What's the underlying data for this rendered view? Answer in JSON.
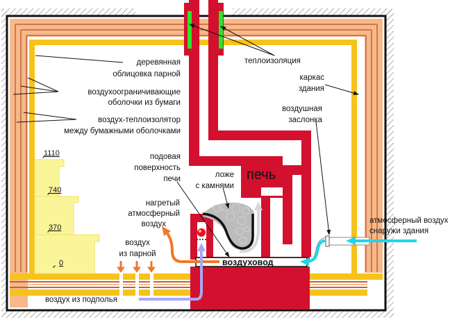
{
  "title": "Схема бани с печью и воздуховодом",
  "colors": {
    "stove_red": "#d3102e",
    "wood_lining_yellow": "#f7c21a",
    "paper_shell_peach": "#f7b98a",
    "paper_line_brown": "#c0623a",
    "frame_black": "#111111",
    "insulation_green": "#2be52b",
    "bench_yellow": "#fbf59a",
    "hot_air_orange": "#f0782a",
    "underfloor_air_lavender": "#a8a8f4",
    "outside_air_cyan": "#22d4e8",
    "stones_gray": "#bcbcbc"
  },
  "labels": {
    "wood_lining": [
      "деревянная",
      "облицовка парной"
    ],
    "paper_shells": [
      "воздухоограничивающие",
      "оболочки из бумаги"
    ],
    "air_insulator": [
      "воздух-теплоизолятор",
      "между бумажными оболочками"
    ],
    "thermal_insulation": "теплоизоляция",
    "building_frame": [
      "каркас",
      "здания"
    ],
    "air_damper": [
      "воздушная",
      "заслонка"
    ],
    "hearth_surface": [
      "подовая",
      "поверхность",
      "печи"
    ],
    "stone_bed": [
      "ложе",
      "с камнями"
    ],
    "stove": "печь",
    "heated_air": [
      "нагретый",
      "атмосферный",
      "воздух"
    ],
    "steam_room_air": [
      "воздух",
      "из парной"
    ],
    "underfloor_air": "воздух из подполья",
    "air_duct": "воздуховод",
    "outside_air": [
      "атмосферный воздух",
      "снаружи здания"
    ]
  },
  "shelf_heights": [
    "1110",
    "740",
    "370",
    "0"
  ],
  "icons": {
    "fire": "fire-icon",
    "stones": "stones-icon"
  }
}
